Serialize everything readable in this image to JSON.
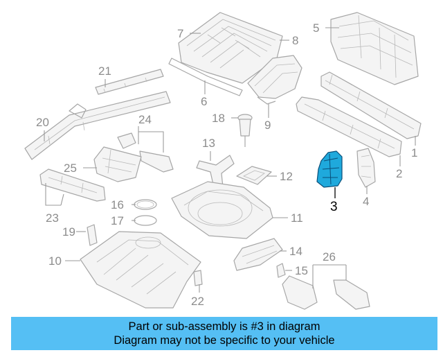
{
  "diagram": {
    "callouts": {
      "n1": "1",
      "n2": "2",
      "n3": "3",
      "n4": "4",
      "n5": "5",
      "n6": "6",
      "n7": "7",
      "n8": "8",
      "n9": "9",
      "n10": "10",
      "n11": "11",
      "n12": "12",
      "n13": "13",
      "n14": "14",
      "n15": "15",
      "n16": "16",
      "n17": "17",
      "n18": "18",
      "n19": "19",
      "n20": "20",
      "n21": "21",
      "n22": "22",
      "n23": "23",
      "n24": "24",
      "n25": "25",
      "n26": "26"
    },
    "highlighted_part": "3",
    "colors": {
      "highlight_fill": "#1fa9dc",
      "highlight_stroke": "#0a4e78",
      "banner_bg": "#55bff4",
      "line_art": "#a6a6a6"
    }
  },
  "banner": {
    "line1": "Part or sub-assembly is #3 in diagram",
    "line2": "Diagram may not be specific to your vehicle"
  }
}
